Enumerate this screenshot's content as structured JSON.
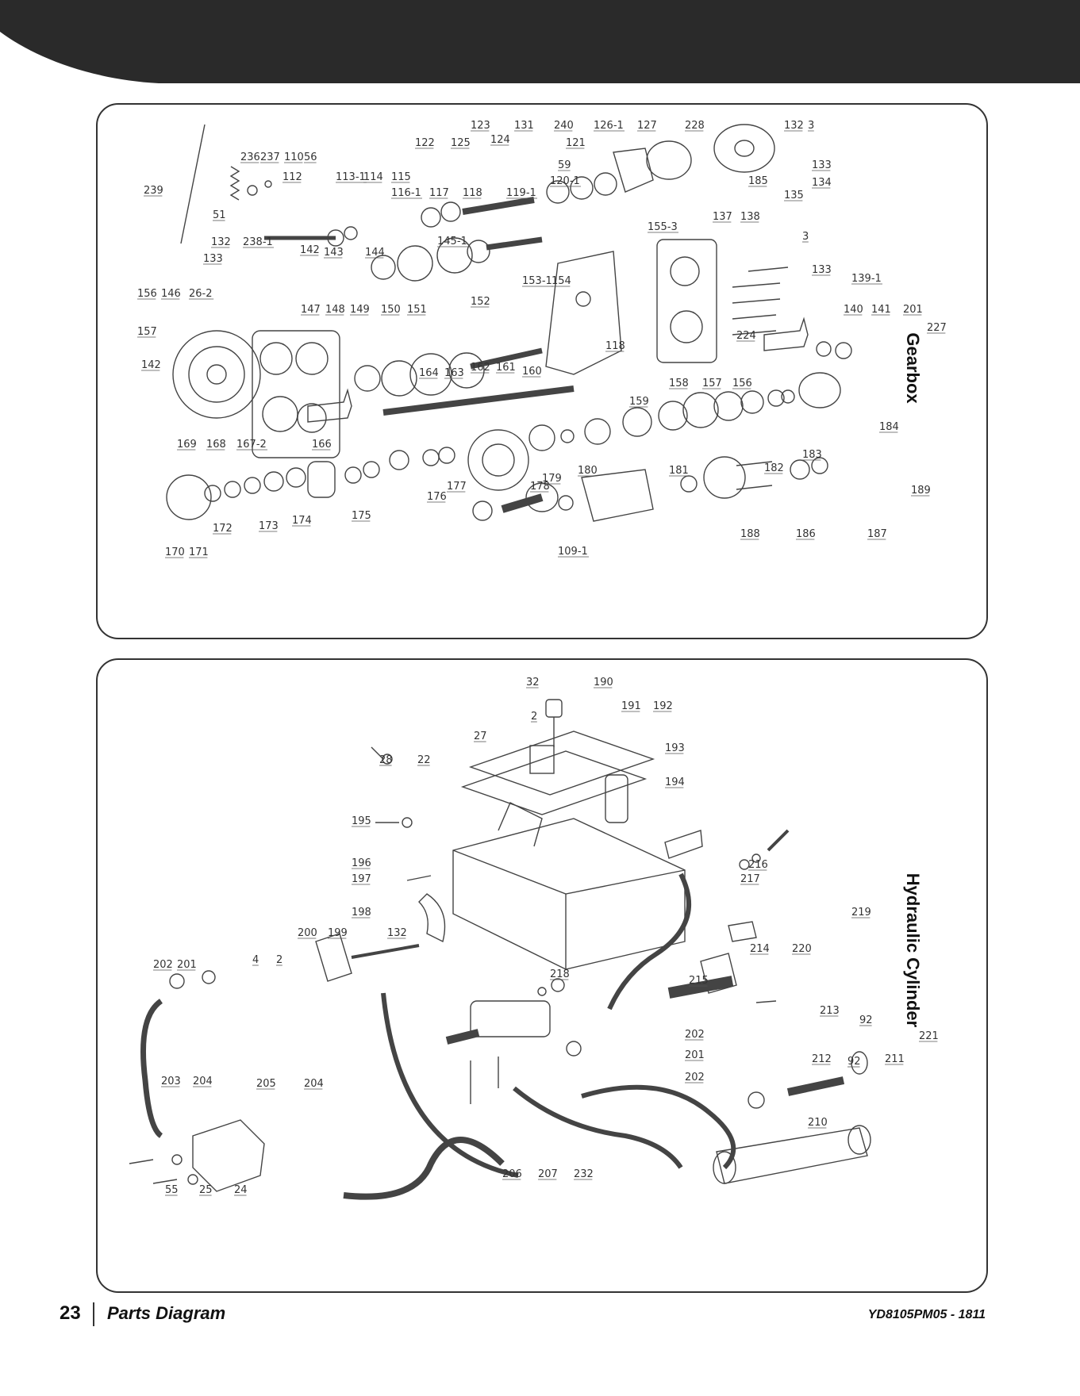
{
  "header": {
    "band_color": "#2a2a2a"
  },
  "sections": {
    "gearbox": {
      "title": "Gearbox"
    },
    "hydraulic": {
      "title": "Hydraulic Cylinder"
    }
  },
  "gearbox_callouts": [
    "123",
    "131",
    "240",
    "126-1",
    "127",
    "228",
    "132",
    "3",
    "122",
    "125",
    "124",
    "121",
    "133",
    "236",
    "237",
    "110",
    "56",
    "59",
    "134",
    "120-1",
    "135",
    "112",
    "113-1",
    "114",
    "115",
    "239",
    "116-1",
    "117",
    "118",
    "119-1",
    "137",
    "138",
    "51",
    "155-3",
    "3",
    "145-1",
    "132",
    "238-1",
    "142",
    "143",
    "144",
    "133",
    "133",
    "153-1",
    "154",
    "139-1",
    "156",
    "146",
    "26-2",
    "152",
    "140",
    "141",
    "201",
    "227",
    "147",
    "148",
    "149",
    "150",
    "151",
    "224",
    "157",
    "118",
    "142",
    "164",
    "163",
    "162",
    "161",
    "160",
    "158",
    "157",
    "156",
    "159",
    "184",
    "169",
    "168",
    "167-2",
    "166",
    "183",
    "182",
    "181",
    "180",
    "179",
    "178",
    "177",
    "176",
    "170",
    "171",
    "172",
    "173",
    "174",
    "175",
    "109-1",
    "188",
    "186",
    "187",
    "189",
    "185"
  ],
  "hydraulic_callouts": [
    "32",
    "190",
    "191",
    "192",
    "2",
    "27",
    "193",
    "28",
    "22",
    "194",
    "195",
    "196",
    "216",
    "197",
    "217",
    "198",
    "219",
    "200",
    "199",
    "132",
    "214",
    "220",
    "4",
    "2",
    "202",
    "201",
    "218",
    "215",
    "213",
    "92",
    "202",
    "201",
    "221",
    "203",
    "204",
    "205",
    "204",
    "202",
    "212",
    "92",
    "211",
    "210",
    "206",
    "207",
    "232",
    "55",
    "25",
    "24"
  ],
  "footer": {
    "page_number": "23",
    "title": "Parts Diagram",
    "doc_code": "YD8105PM05 - 1811"
  }
}
